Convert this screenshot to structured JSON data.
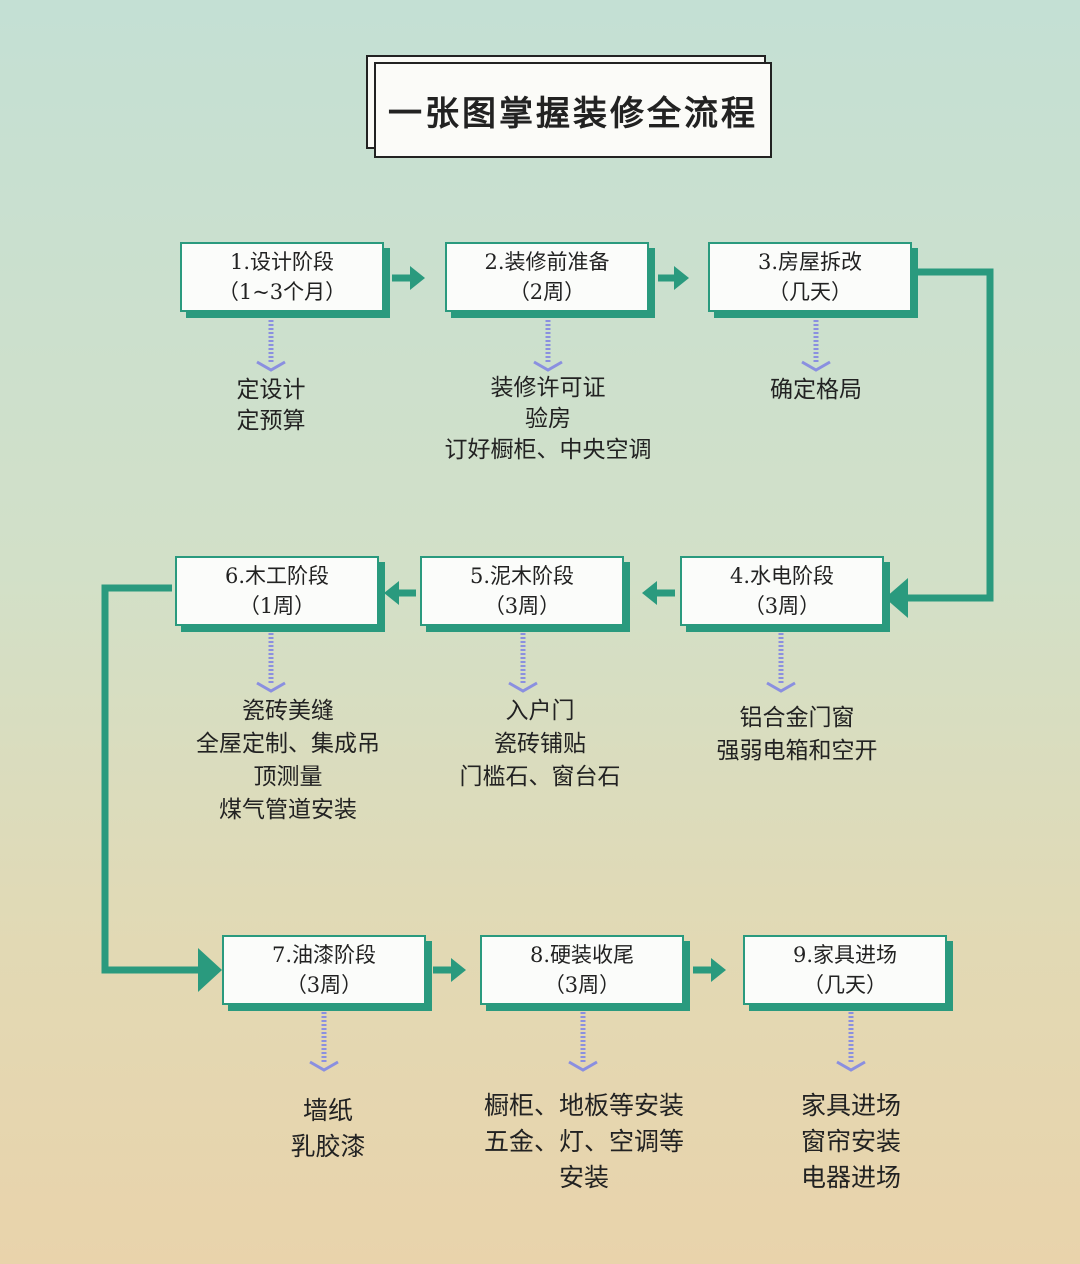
{
  "title": "一张图掌握装修全流程",
  "colors": {
    "accent": "#2a9a7e",
    "dotted_arrow": "#8a8fe0"
  },
  "steps": [
    {
      "name": "1.设计阶段",
      "duration": "（1~3个月）",
      "items": [
        "定设计",
        "定预算"
      ]
    },
    {
      "name": "2.装修前准备",
      "duration": "（2周）",
      "items": [
        "装修许可证",
        "验房",
        "订好橱柜、中央空调"
      ]
    },
    {
      "name": "3.房屋拆改",
      "duration": "（几天）",
      "items": [
        "确定格局"
      ]
    },
    {
      "name": "4.水电阶段",
      "duration": "（3周）",
      "items": [
        "铝合金门窗",
        "强弱电箱和空开"
      ]
    },
    {
      "name": "5.泥木阶段",
      "duration": "（3周）",
      "items": [
        "入户门",
        "瓷砖铺贴",
        "门槛石、窗台石"
      ]
    },
    {
      "name": "6.木工阶段",
      "duration": "（1周）",
      "items": [
        "瓷砖美缝",
        "全屋定制、集成吊",
        "顶测量",
        "煤气管道安装"
      ]
    },
    {
      "name": "7.油漆阶段",
      "duration": "（3周）",
      "items": [
        "墙纸",
        "乳胶漆"
      ]
    },
    {
      "name": "8.硬装收尾",
      "duration": "（3周）",
      "items": [
        "橱柜、地板等安装",
        "五金、灯、空调等",
        "安装"
      ]
    },
    {
      "name": "9.家具进场",
      "duration": "（几天）",
      "items": [
        "家具进场",
        "窗帘安装",
        "电器进场"
      ]
    }
  ]
}
